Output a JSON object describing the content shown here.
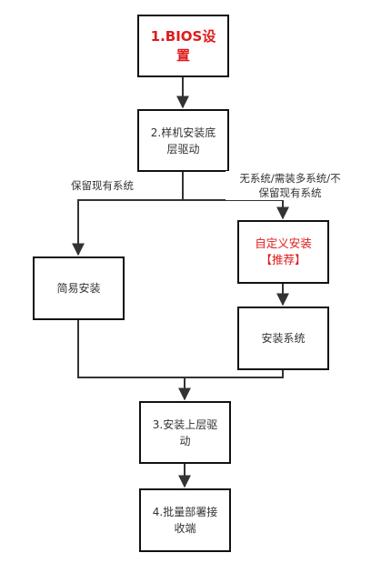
{
  "nodes": {
    "bios": {
      "label": "1.BIOS设\n置"
    },
    "sample_driver": {
      "label": "2.样机安装底\n层驱动"
    },
    "simple_install": {
      "label": "简易安装"
    },
    "custom_install": {
      "label": "自定义安装\n【推荐】"
    },
    "install_system": {
      "label": "安装系统"
    },
    "upper_driver": {
      "label": "3.安装上层驱\n动"
    },
    "batch_deploy": {
      "label": "4.批量部署接\n收端"
    }
  },
  "edges": {
    "keep_system": "保留现有系统",
    "no_keep_system": "无系统/需装多系统/不\n保留现有系统"
  },
  "colors": {
    "emphasis": "#e01b1b",
    "border": "#111111",
    "line": "#333333",
    "text": "#333333"
  }
}
